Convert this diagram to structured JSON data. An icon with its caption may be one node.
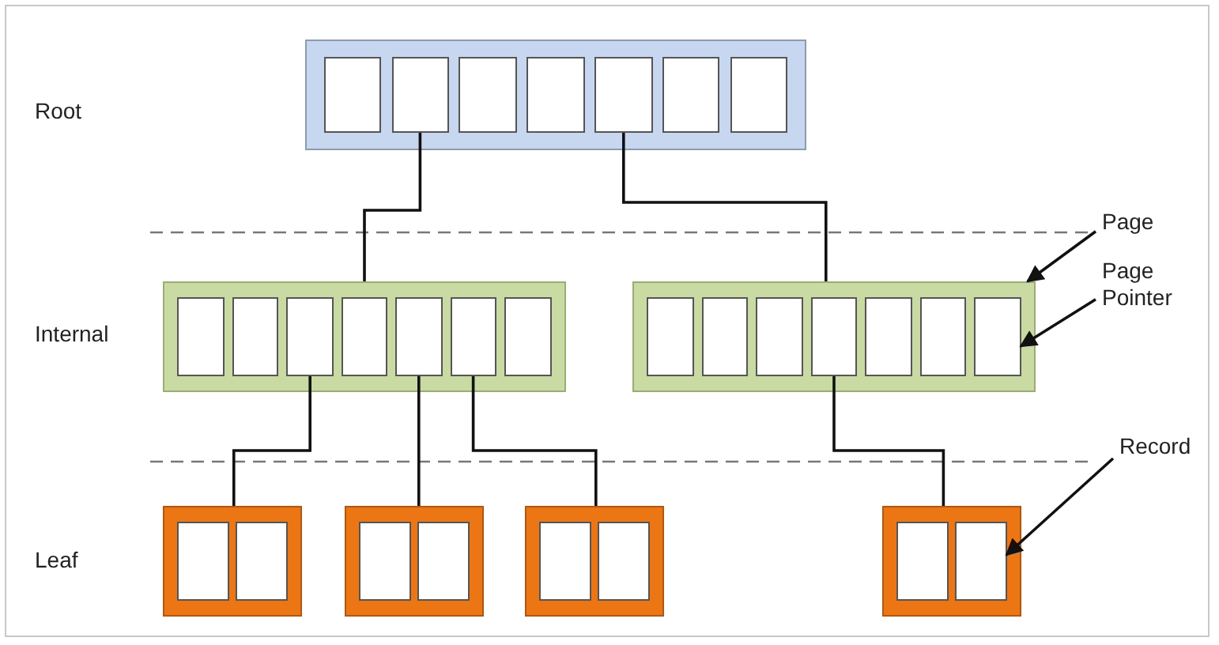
{
  "diagram": {
    "nodes": [
      {
        "text": [],
        "shape": "box"
      },
      {
        "text": [],
        "shape": "box",
        "in": 0
      },
      {
        "text": [],
        "shape": "box",
        "in": 0
      },
      {
        "text": [],
        "shape": "box",
        "in": 0
      },
      {
        "text": [],
        "shape": "box",
        "in": 0
      },
      {
        "text": [],
        "shape": "box",
        "in": 0
      },
      {
        "text": [],
        "shape": "box",
        "in": 0
      },
      {
        "text": [],
        "shape": "box",
        "in": 0
      },
      {
        "text": [],
        "shape": "box"
      },
      {
        "text": [],
        "shape": "box",
        "in": 8
      },
      {
        "text": [],
        "shape": "box",
        "in": 8
      },
      {
        "text": [],
        "shape": "box",
        "in": 8
      },
      {
        "text": [],
        "shape": "box",
        "in": 8
      },
      {
        "text": [],
        "shape": "box",
        "in": 8
      },
      {
        "text": [],
        "shape": "box",
        "in": 8
      },
      {
        "text": [],
        "shape": "box",
        "in": 8
      },
      {
        "text": [],
        "shape": "box"
      },
      {
        "text": [],
        "shape": "box",
        "in": 16
      },
      {
        "text": [],
        "shape": "box",
        "in": 16
      },
      {
        "text": [],
        "shape": "box",
        "in": 16
      },
      {
        "text": [],
        "shape": "box",
        "in": 16
      },
      {
        "text": [],
        "shape": "box",
        "in": 16
      },
      {
        "text": [],
        "shape": "box",
        "in": 16
      },
      {
        "text": [],
        "shape": "box",
        "in": 16
      },
      {
        "text": [
          "Page"
        ]
      },
      {
        "text": [
          "Page Pointer"
        ]
      },
      {
        "text": [],
        "shape": "box"
      },
      {
        "text": [],
        "shape": "box",
        "in": 26
      },
      {
        "text": [],
        "shape": "box",
        "in": 26
      },
      {
        "text": [],
        "shape": "box"
      },
      {
        "text": [],
        "shape": "box",
        "in": 29
      },
      {
        "text": [],
        "shape": "box",
        "in": 29
      },
      {
        "text": [],
        "shape": "box"
      },
      {
        "text": [],
        "shape": "box",
        "in": 32
      },
      {
        "text": [],
        "shape": "box",
        "in": 32
      },
      {
        "text": [
          "Record"
        ]
      },
      {
        "text": [],
        "shape": "box"
      },
      {
        "text": [],
        "shape": "box",
        "in": 36
      },
      {
        "text": [],
        "shape": "box",
        "in": 36
      }
    ],
    "edges": [
      {
        "from": 2,
        "to": 8,
        "arrow": "none"
      },
      {
        "from": 5,
        "to": 16,
        "arrow": "none"
      },
      {
        "from": 11,
        "to": 26,
        "arrow": "none"
      },
      {
        "from": 13,
        "to": 29,
        "arrow": "none"
      },
      {
        "from": 14,
        "to": 32,
        "arrow": "none"
      },
      {
        "from": 20,
        "to": 36,
        "arrow": "none"
      },
      {
        "from": 24,
        "to": 16,
        "arrow": "to"
      },
      {
        "from": 25,
        "to": 23,
        "arrow": "to"
      },
      {
        "from": 35,
        "to": 38,
        "arrow": "to"
      }
    ],
    "labels": [
      "Root",
      "Internal",
      "Leaf"
    ]
  }
}
